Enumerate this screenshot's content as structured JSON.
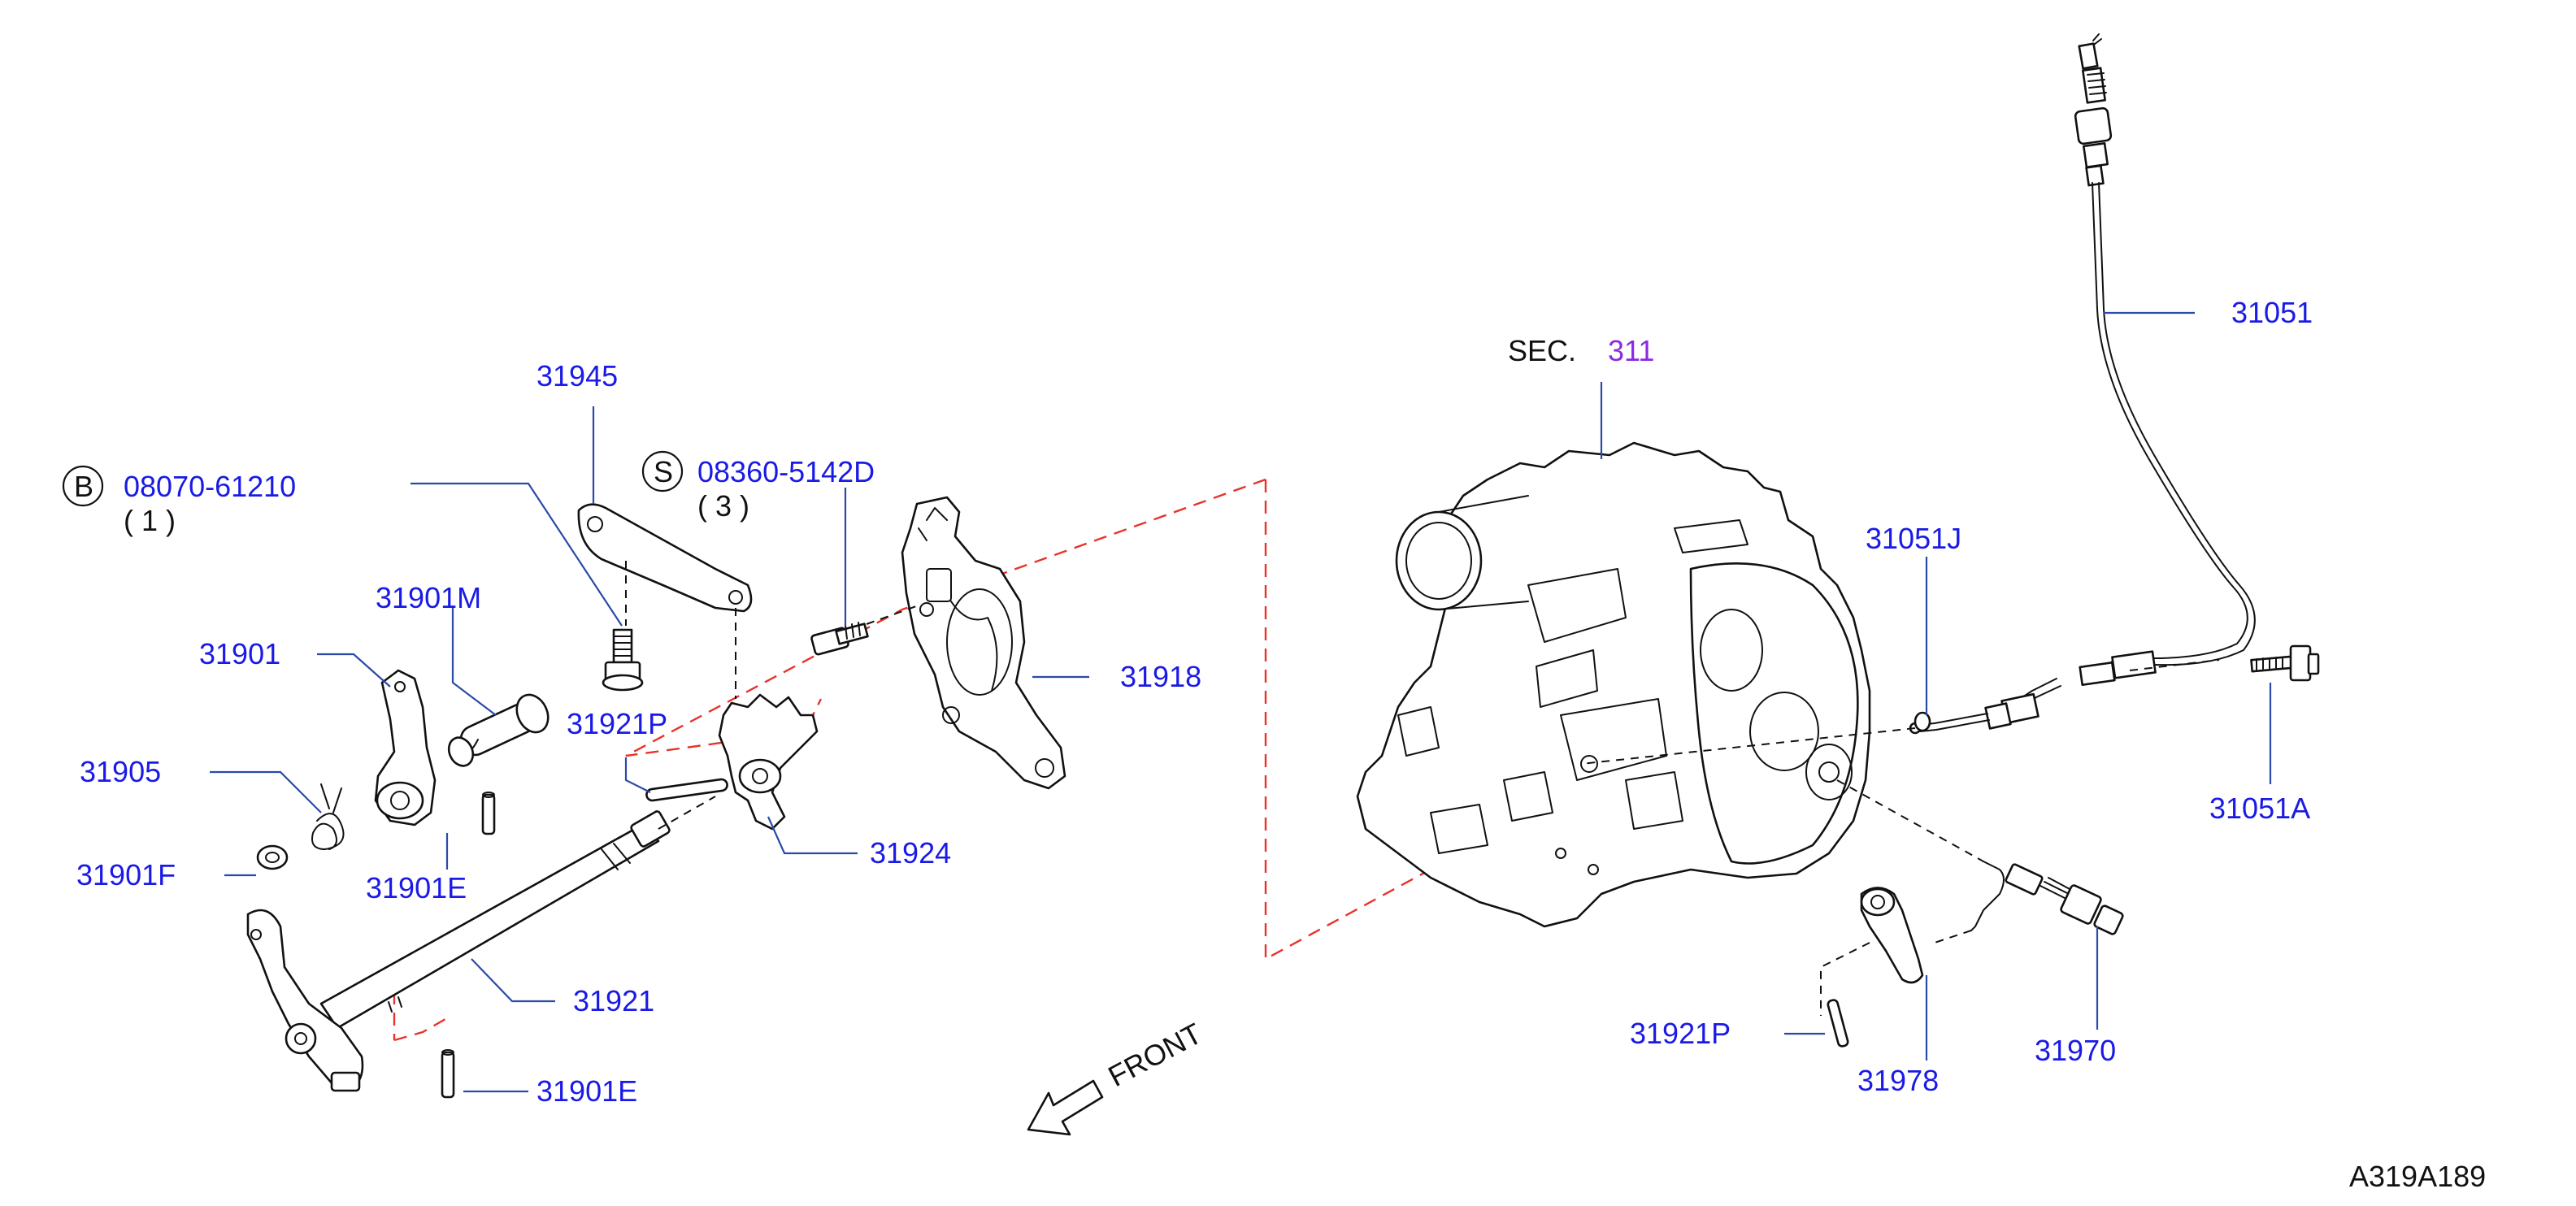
{
  "callouts": {
    "p31051": "31051",
    "sec_prefix": "SEC.",
    "sec_number": "311",
    "p31051J": "31051J",
    "p31051A": "31051A",
    "p31945": "31945",
    "bolt_b_symbol": "B",
    "bolt_b_part": "08070-61210",
    "bolt_b_qty": "( 1 )",
    "screw_s_symbol": "S",
    "screw_s_part": "08360-5142D",
    "screw_s_qty": "( 3 )",
    "p31901M": "31901M",
    "p31901": "31901",
    "p31918": "31918",
    "p31921P_left": "31921P",
    "p31905": "31905",
    "p31924": "31924",
    "p31901F": "31901F",
    "p31901E_upper": "31901E",
    "p31921": "31921",
    "p31901E_lower": "31901E",
    "front": "FRONT",
    "p31921P_right": "31921P",
    "p31978": "31978",
    "p31970": "31970",
    "figure_id": "A319A189"
  },
  "colors": {
    "callout_text": "#1a1ae6",
    "section_number": "#8a2be2",
    "leader_lines": "#2a4aa8",
    "red_reference": "#e8332b"
  }
}
